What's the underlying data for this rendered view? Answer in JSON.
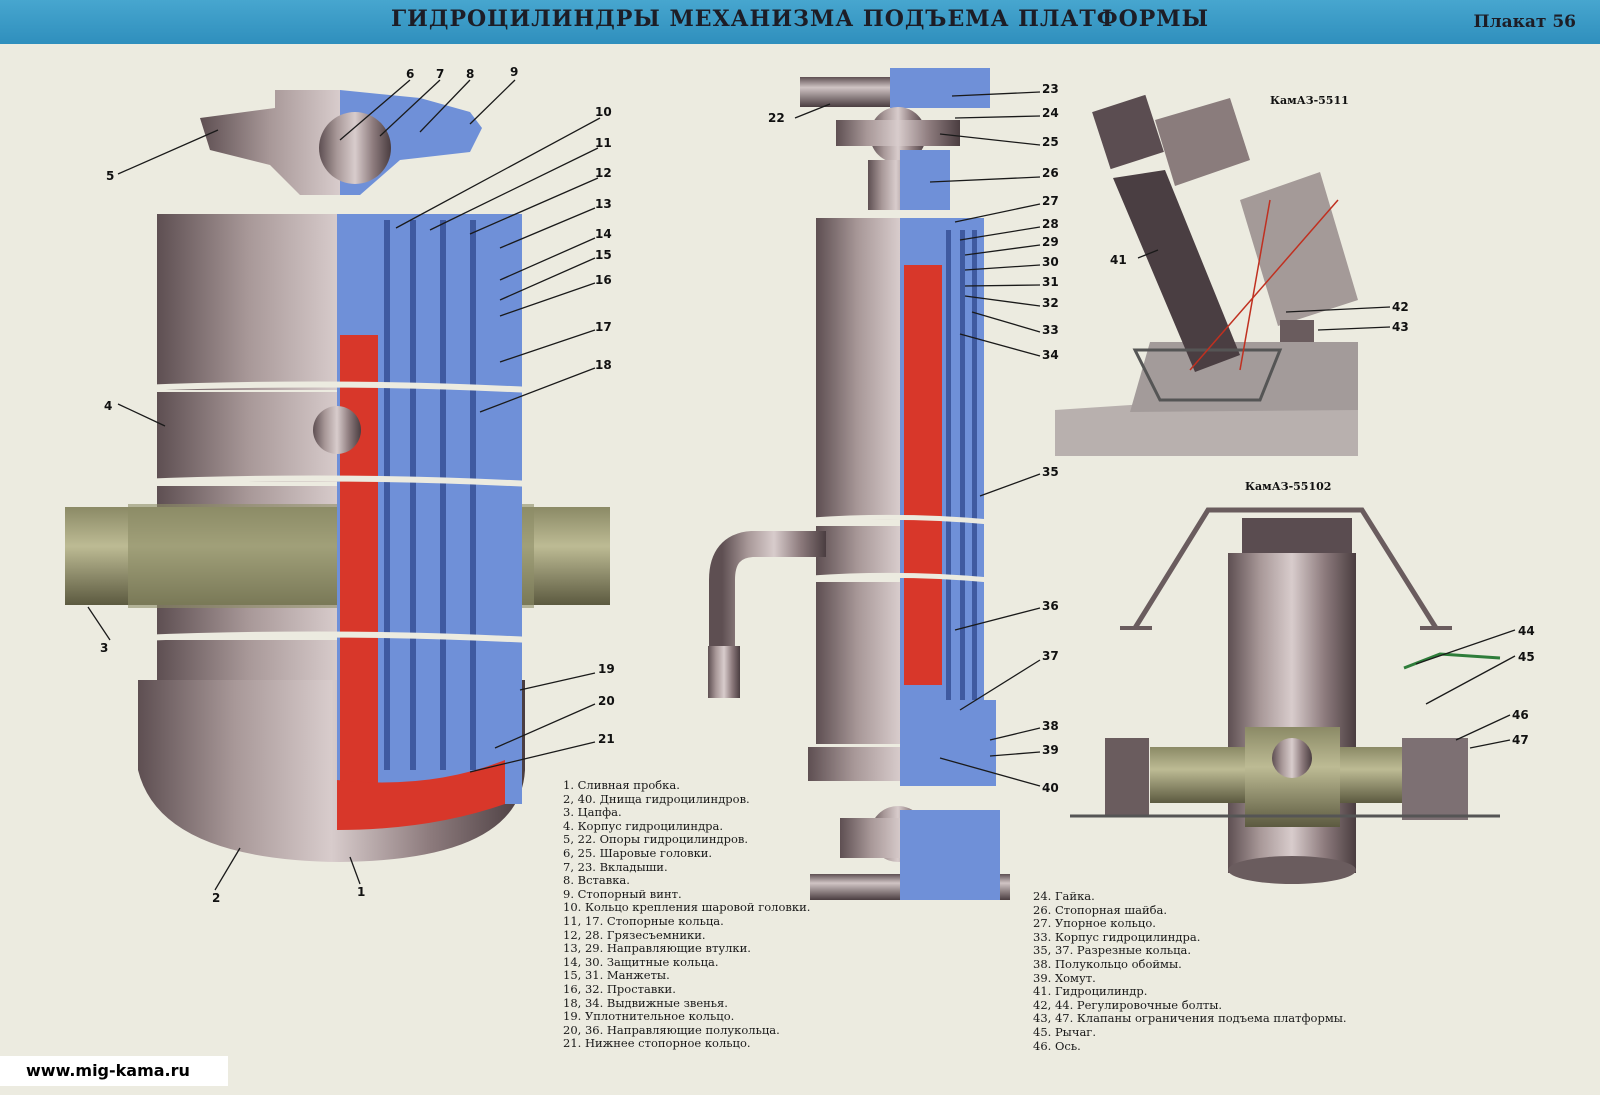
{
  "header": {
    "title": "ГИДРОЦИЛИНДРЫ МЕХАНИЗМА ПОДЪЕМА ПЛАТФОРМЫ",
    "poster_no": "Плакат 56"
  },
  "models": {
    "top": "КамАЗ-5511",
    "bottom": "КамАЗ-55102"
  },
  "callouts": [
    "1",
    "2",
    "3",
    "4",
    "5",
    "6",
    "7",
    "8",
    "9",
    "10",
    "11",
    "12",
    "13",
    "14",
    "15",
    "16",
    "17",
    "18",
    "19",
    "20",
    "21",
    "22",
    "23",
    "24",
    "25",
    "26",
    "27",
    "28",
    "29",
    "30",
    "31",
    "32",
    "33",
    "34",
    "35",
    "36",
    "37",
    "38",
    "39",
    "40",
    "41",
    "42",
    "43",
    "44",
    "45",
    "46",
    "47"
  ],
  "legend_left": [
    "1. Сливная пробка.",
    "2, 40. Днища гидроцилиндров.",
    "3. Цапфа.",
    "4. Корпус гидроцилиндра.",
    "5, 22. Опоры гидроцилиндров.",
    "6, 25. Шаровые головки.",
    "7, 23. Вкладыши.",
    "8. Вставка.",
    "9. Стопорный винт.",
    "10. Кольцо крепления шаровой головки.",
    "11, 17. Стопорные кольца.",
    "12, 28. Грязесъемники.",
    "13, 29. Направляющие втулки.",
    "14, 30. Защитные кольца.",
    "15, 31. Манжеты.",
    "16, 32. Проставки.",
    "18, 34. Выдвижные звенья.",
    "19. Уплотнительное кольцо.",
    "20, 36. Направляющие полукольца.",
    "21. Нижнее стопорное кольцо."
  ],
  "legend_right": [
    "24. Гайка.",
    "26. Стопорная шайба.",
    "27. Упорное кольцо.",
    "33. Корпус гидроцилиндра.",
    "35, 37. Разрезные кольца.",
    "38. Полукольцо обоймы.",
    "39. Хомут.",
    "41. Гидроцилиндр.",
    "42, 44. Регулировочные болты.",
    "43, 47. Клапаны ограничения подъема платформы.",
    "45. Рычаг.",
    "46. Ось."
  ],
  "website": "www.mig-kama.ru",
  "colors": {
    "header": "#3a9bc8",
    "oil": "#d8372a",
    "section": "#6f90d8",
    "metal": "#8a7878",
    "background": "#ecebe0"
  }
}
